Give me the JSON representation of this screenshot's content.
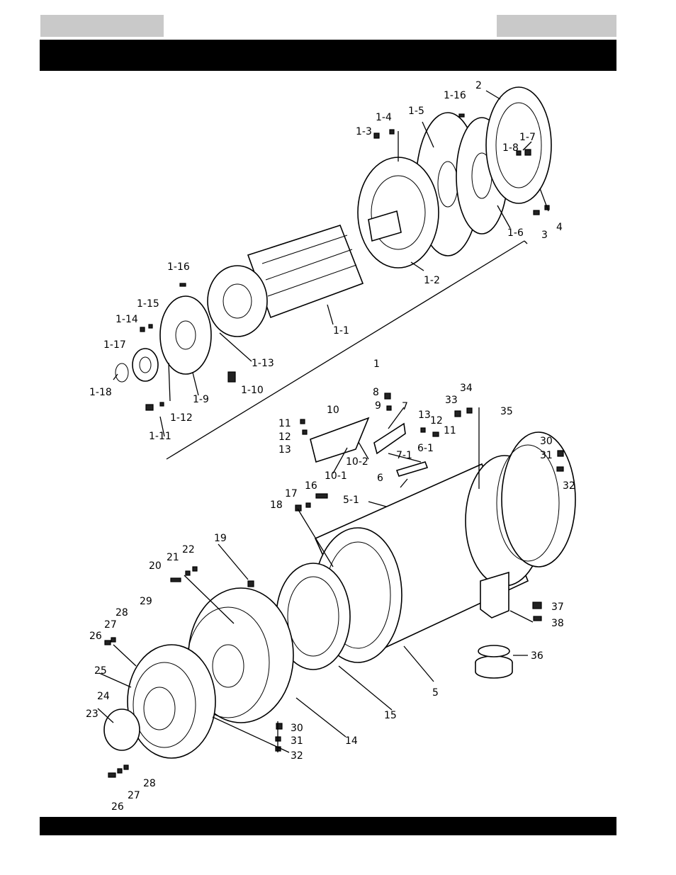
{
  "labels": {
    "l1": "1",
    "l1_1": "1-1",
    "l1_2": "1-2",
    "l1_3": "1-3",
    "l1_4": "1-4",
    "l1_5": "1-5",
    "l1_6": "1-6",
    "l1_7": "1-7",
    "l1_8": "1-8",
    "l1_9": "1-9",
    "l1_10": "1-10",
    "l1_11": "1-11",
    "l1_12": "1-12",
    "l1_13": "1-13",
    "l1_14": "1-14",
    "l1_15": "1-15",
    "l1_16a": "1-16",
    "l1_16b": "1-16",
    "l1_17": "1-17",
    "l1_18": "1-18",
    "l2": "2",
    "l3": "3",
    "l4": "4",
    "l5": "5",
    "l5_1": "5-1",
    "l6": "6",
    "l6_1": "6-1",
    "l7": "7",
    "l7_1": "7-1",
    "l8": "8",
    "l9": "9",
    "l10": "10",
    "l10_1": "10-1",
    "l10_2": "10-2",
    "l11a": "11",
    "l12a": "12",
    "l13a": "13",
    "l11b": "11",
    "l12b": "12",
    "l13b": "13",
    "l14": "14",
    "l15": "15",
    "l16": "16",
    "l17": "17",
    "l18": "18",
    "l19": "19",
    "l20": "20",
    "l21": "21",
    "l22": "22",
    "l23": "23",
    "l24": "24",
    "l25": "25",
    "l26a": "26",
    "l27a": "27",
    "l28a": "28",
    "l26b": "26",
    "l27b": "27",
    "l28b": "28",
    "l29": "29",
    "l30a": "30",
    "l31a": "31",
    "l32a": "32",
    "l30b": "30",
    "l31b": "31",
    "l32b": "32",
    "l33": "33",
    "l34": "34",
    "l35": "35",
    "l36": "36",
    "l37": "37",
    "l38": "38"
  }
}
